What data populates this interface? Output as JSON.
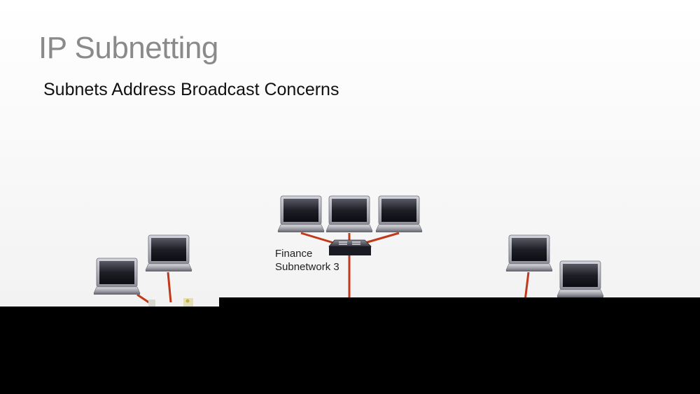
{
  "slide": {
    "title": "IP Subnetting",
    "subtitle": "Subnets Address Broadcast Concerns"
  },
  "network": {
    "finance_label_line1": "Finance",
    "finance_label_line2": "Subnetwork 3"
  },
  "colors": {
    "cable": "#c0391b",
    "title": "#8a8a8a",
    "occluder": "#000000"
  },
  "icons": [
    "laptop-icon",
    "switch-icon"
  ]
}
